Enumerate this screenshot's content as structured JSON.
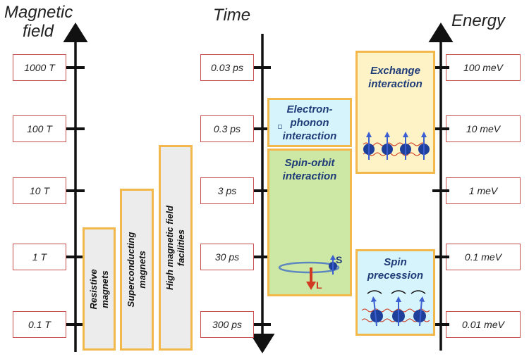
{
  "titles": {
    "magnetic_field": [
      "Magnetic",
      "field"
    ],
    "time": "Time",
    "energy": "Energy"
  },
  "field_labels": [
    "1000 T",
    "100 T",
    "10 T",
    "1 T",
    "0.1 T"
  ],
  "time_labels": [
    "0.03 ps",
    "0.3 ps",
    "3 ps",
    "30 ps",
    "300 ps"
  ],
  "energy_labels": [
    "100 meV",
    "10 meV",
    "1 meV",
    "0.1 meV",
    "0.01 meV"
  ],
  "magnet_types": [
    [
      "Resistive",
      "magnets"
    ],
    [
      "Superconducting",
      "magnets"
    ],
    [
      "High magnetic field",
      "facilities"
    ]
  ],
  "interactions": {
    "electron_phonon": [
      "Electron-",
      "phonon",
      "interaction"
    ],
    "spin_orbit": [
      "Spin-orbit",
      "interaction"
    ],
    "exchange": [
      "Exchange",
      "interaction"
    ],
    "spin_precession": [
      "Spin",
      "precession"
    ]
  },
  "spin_orbit_labels": {
    "spin": "S",
    "orbit": "L"
  },
  "colors": {
    "axis": "#111111",
    "label_border": "#c85050",
    "box_border": "#f2b84b",
    "magnet_fill": "#ececec",
    "electron_phonon_fill": "#d6f4fb",
    "spin_orbit_fill": "#cde8a4",
    "exchange_fill": "#fdf3c6",
    "precession_fill": "#d6f4fb",
    "text_blue": "#1f3c78"
  }
}
